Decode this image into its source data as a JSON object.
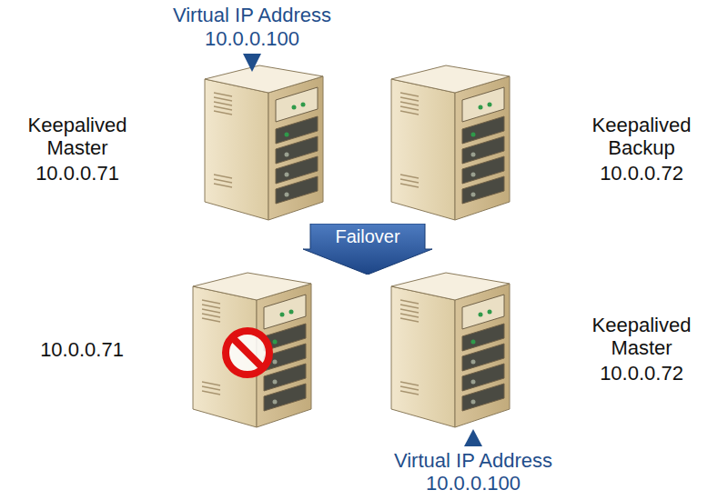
{
  "diagram": {
    "nodes": [
      {
        "text": [
          "Failover"
        ]
      }
    ],
    "labels": [
      "Virtual IP Address",
      "10.0.0.100",
      "Keepalived Master",
      "10.0.0.71",
      "Keepalived Backup",
      "10.0.0.72",
      "10.0.0.71",
      "Keepalived Master",
      "10.0.0.72",
      "Virtual IP Address",
      "10.0.0.100"
    ]
  }
}
